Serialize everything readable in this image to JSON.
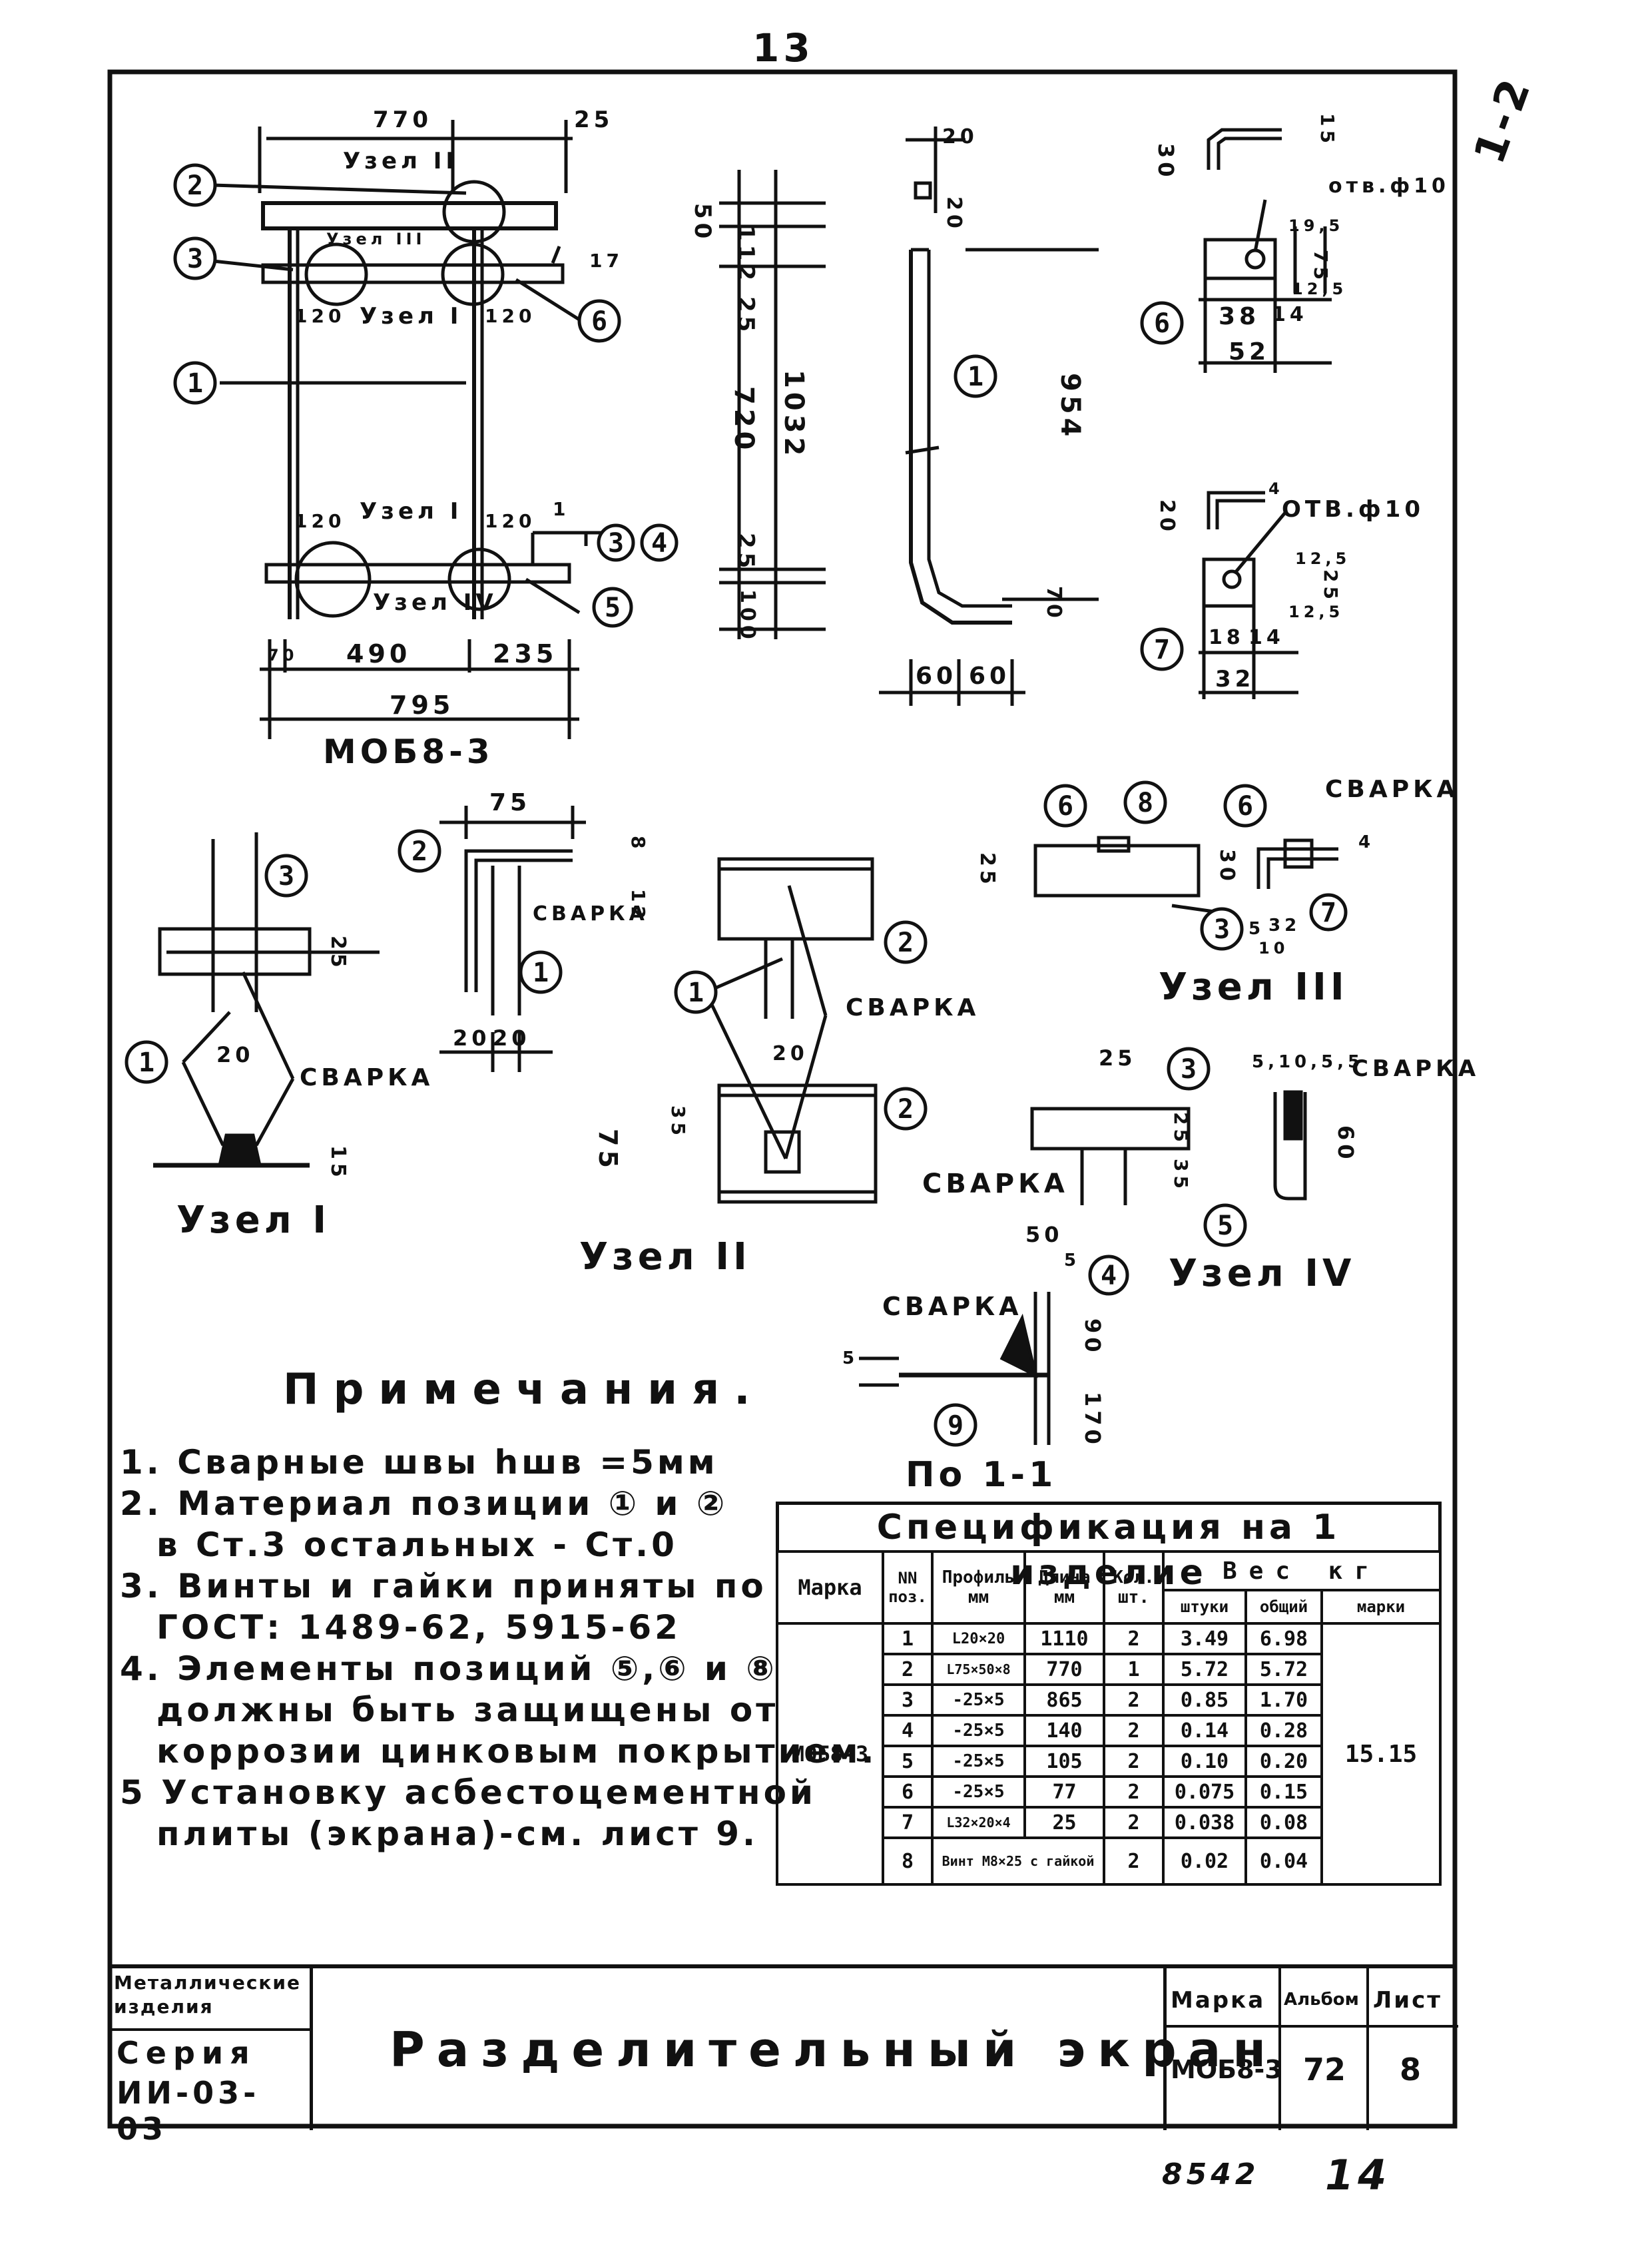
{
  "page": {
    "number_top": "13",
    "number_bottom": "14",
    "archive_no": "8542",
    "margin_note": "1-2"
  },
  "drawing_labels": {
    "assembly_mark": "МОБ8-3",
    "node_I": "Узел I",
    "node_II": "Узел II",
    "node_III": "Узел III",
    "node_IV": "Узел IV",
    "section": "По 1-1",
    "weld": "СВАРКА",
    "hole_d10_a": "отв.ф10",
    "hole_d10_b": "ОТВ.ф10",
    "plan_labels": {
      "node_II": "Узел II",
      "node_III": "Узел III",
      "node_I_top": "Узел I",
      "node_I_bot": "Узел I",
      "node_IV": "Узел IV"
    },
    "dims_main": {
      "w770": "770",
      "d25": "25",
      "d120a": "120",
      "d120b": "120",
      "d120c": "120",
      "d120d": "120",
      "d70": "70",
      "d490": "490",
      "d235": "235",
      "d795": "795",
      "d17": "17",
      "d1": "1"
    },
    "dims_side": {
      "d50": "50",
      "d112": "112",
      "d25a": "25",
      "d720": "720",
      "d1032": "1032",
      "d25b": "25",
      "d100": "100"
    },
    "dims_part1": {
      "d20a": "20",
      "d20b": "20",
      "d954": "954",
      "d70": "70",
      "d60a": "60",
      "d60b": "60"
    },
    "dims_part6": {
      "d30": "30",
      "d15": "15",
      "d19_5": "19,5",
      "d12_5": "12,5",
      "d75": "75",
      "d38": "38",
      "d14": "14",
      "d52": "52"
    },
    "dims_part7": {
      "d20": "20",
      "d4": "4",
      "d12_5a": "12,5",
      "d25": "25",
      "d12_5b": "12,5",
      "d18": "18",
      "d14": "14",
      "d32": "32"
    },
    "dims_nodes": {
      "d75": "75",
      "d8": "8",
      "d12": "12",
      "d20a": "20",
      "d20b": "20",
      "d20c": "20",
      "d25a": "25",
      "d25b": "25",
      "d15": "15",
      "d35": "35",
      "d20d": "20",
      "d75b": "75",
      "d30": "30",
      "d4": "4",
      "d5": "5",
      "d32": "32",
      "d10": "10",
      "d25c": "25",
      "d5_10_5_5": "5,10,5,5",
      "d60": "60",
      "d35b": "35",
      "d25d": "25",
      "d50": "50",
      "d5b": "5",
      "d90": "90",
      "d170": "170",
      "d5c": "5"
    }
  },
  "notes": {
    "title": "Примечания.",
    "items": [
      "1. Сварные швы hшв =5мм",
      "2. Материал позиции ① и ②",
      "в Ст.3 остальных - Ст.0",
      "3. Винты и гайки приняты по",
      "ГОСТ: 1489-62, 5915-62",
      "4. Элементы позиций ⑤,⑥ и ⑧",
      "должны быть защищены от",
      "коррозии цинковым покрытием.",
      "5 Установку асбестоцементной",
      "плиты (экрана)-см. лист 9."
    ]
  },
  "spec": {
    "caption": "Спецификация на 1 изделие",
    "headers": {
      "mark": "Марка",
      "pos": "NN поз.",
      "profile": "Профиль мм",
      "length": "Длина мм",
      "qty": "Кол. шт.",
      "weight": "Вес кг",
      "w_piece": "штуки",
      "w_total": "общий",
      "w_mark": "марки"
    },
    "mark": "МОБ8-3",
    "mark_total": "15.15",
    "rows": [
      {
        "pos": "1",
        "profile": "L20×20",
        "length": "1110",
        "qty": "2",
        "w_piece": "3.49",
        "w_total": "6.98"
      },
      {
        "pos": "2",
        "profile": "L75×50×8",
        "length": "770",
        "qty": "1",
        "w_piece": "5.72",
        "w_total": "5.72"
      },
      {
        "pos": "3",
        "profile": "-25×5",
        "length": "865",
        "qty": "2",
        "w_piece": "0.85",
        "w_total": "1.70"
      },
      {
        "pos": "4",
        "profile": "-25×5",
        "length": "140",
        "qty": "2",
        "w_piece": "0.14",
        "w_total": "0.28"
      },
      {
        "pos": "5",
        "profile": "-25×5",
        "length": "105",
        "qty": "2",
        "w_piece": "0.10",
        "w_total": "0.20"
      },
      {
        "pos": "6",
        "profile": "-25×5",
        "length": "77",
        "qty": "2",
        "w_piece": "0.075",
        "w_total": "0.15"
      },
      {
        "pos": "7",
        "profile": "L32×20×4",
        "length": "25",
        "qty": "2",
        "w_piece": "0.038",
        "w_total": "0.08"
      },
      {
        "pos": "8",
        "profile": "Винт М8×25 с гайкой",
        "length": "",
        "qty": "2",
        "w_piece": "0.02",
        "w_total": "0.04"
      }
    ]
  },
  "title_block": {
    "series_label": "Металлические изделия",
    "series_word": "Серия",
    "series_code": "ИИ-03-03",
    "title": "Разделительный экран",
    "mark_label": "Марка",
    "album_label": "Альбом",
    "sheet_label": "Лист",
    "mark": "МОБ8-3",
    "album": "72",
    "sheet": "8"
  }
}
